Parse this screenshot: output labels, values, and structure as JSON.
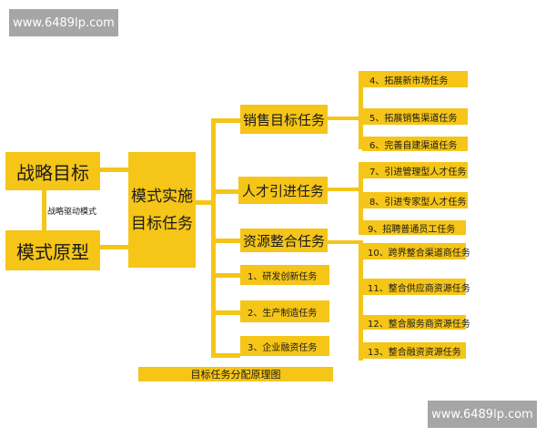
{
  "watermarks": {
    "top": "www.6489lp.com",
    "bottom": "www.6489lp.com"
  },
  "left": {
    "strategy_goal": "战略目标",
    "model_prototype": "模式原型",
    "connector_label": "战略驱动模式"
  },
  "center": {
    "line1": "模式实施",
    "line2": "目标任务"
  },
  "mid_tasks": [
    {
      "label": "销售目标任务"
    },
    {
      "label": "人才引进任务"
    },
    {
      "label": "资源整合任务"
    },
    {
      "label": "1、研发创新任务"
    },
    {
      "label": "2、生产制造任务"
    },
    {
      "label": "3、企业融资任务"
    }
  ],
  "sub_tasks": [
    {
      "label": "4、拓展新市场任务"
    },
    {
      "label": "5、拓展销售渠道任务"
    },
    {
      "label": "6、完善自建渠道任务"
    },
    {
      "label": "7、引进管理型人才任务"
    },
    {
      "label": "8、引进专家型人才任务"
    },
    {
      "label": "9、招聘普通员工任务"
    },
    {
      "label": "10、跨界整合渠道商任务"
    },
    {
      "label": "11、整合供应商资源任务"
    },
    {
      "label": "12、整合服务商资源任务"
    },
    {
      "label": "13、整合融资资源任务"
    }
  ],
  "caption": "目标任务分配原理图",
  "colors": {
    "accent": "#f5c518",
    "watermark_bg": "#a6a6a6",
    "text": "#1a1a1a"
  }
}
